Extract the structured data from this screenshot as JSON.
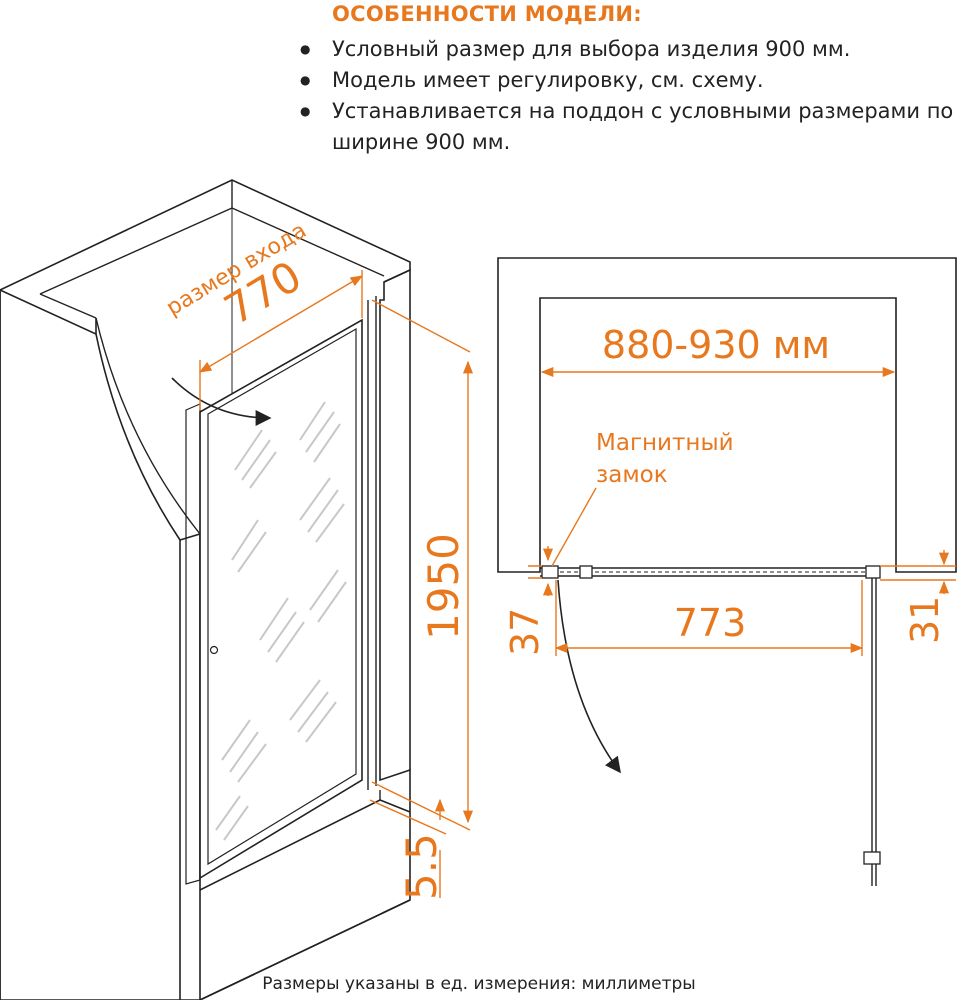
{
  "features": {
    "title": "ОСОБЕННОСТИ МОДЕЛИ:",
    "items": [
      "Условный размер для выбора изделия 900 мм.",
      "Модель имеет регулировку, см. схему.",
      "Устанавливается на поддон с условными размерами по ширине 900 мм."
    ]
  },
  "perspective": {
    "entrance_label": "размер входа",
    "entrance_value": "770",
    "height_value": "1950",
    "gap_value": "5.5"
  },
  "plan": {
    "width_range": "880-930 мм",
    "lock_label_line1": "Магнитный",
    "lock_label_line2": "замок",
    "door_width": "773",
    "left_profile": "37",
    "right_profile": "31"
  },
  "footer": "Размеры указаны в ед. измерения: миллиметры",
  "colors": {
    "accent": "#e8781e",
    "line": "#222222"
  }
}
